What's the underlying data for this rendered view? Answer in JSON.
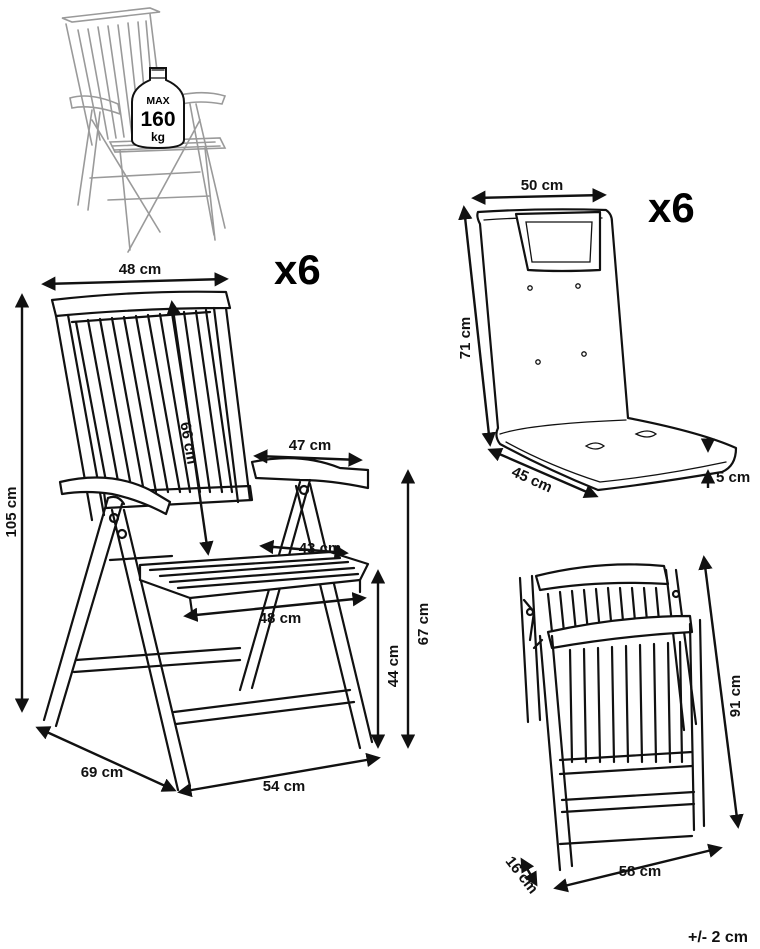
{
  "badge": {
    "top": "MAX",
    "value": "160",
    "unit": "kg"
  },
  "multipliers": {
    "chair": "x6",
    "cushion": "x6"
  },
  "chair_dims": {
    "top_width": "48 cm",
    "back_height": "66 cm",
    "total_height": "105 cm",
    "arm_length": "47 cm",
    "seat_depth": "43 cm",
    "seat_width": "48 cm",
    "armrest_height": "67 cm",
    "seat_height": "44 cm",
    "depth": "69 cm",
    "width": "54 cm"
  },
  "cushion_dims": {
    "width": "50 cm",
    "length": "71 cm",
    "seat": "45 cm",
    "thickness": "5 cm"
  },
  "folded_dims": {
    "height": "91 cm",
    "width": "58 cm",
    "depth": "16 cm"
  },
  "tolerance": "+/- 2 cm"
}
